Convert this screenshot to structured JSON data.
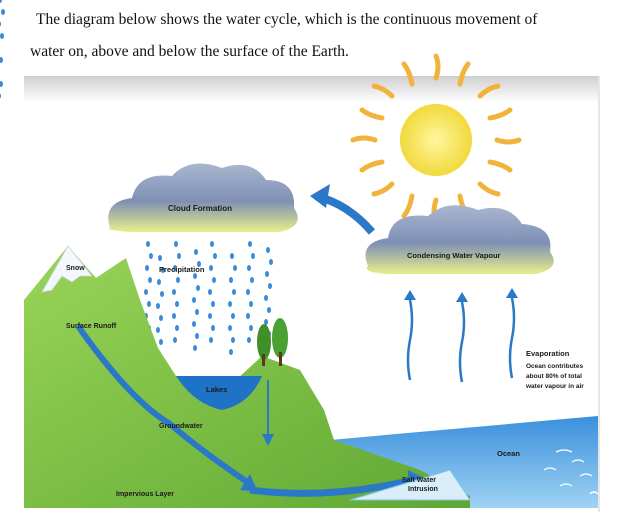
{
  "intro": {
    "line1": "The diagram below shows the water cycle, which is the continuous movement of",
    "line2": "water on, above and below the surface of the Earth."
  },
  "labels": {
    "cloud_formation": "Cloud Formation",
    "precipitation": "Precipitation",
    "snow": "Snow",
    "surface_runoff": "Surface Runoff",
    "lakes": "Lakes",
    "groundwater": "Groundwater",
    "impervious_layer": "Impervious Layer",
    "condensing_water_vapour": "Condensing Water Vapour",
    "evaporation": "Evaporation",
    "evap_note_1": "Ocean contributes",
    "evap_note_2": "about 80% of total",
    "evap_note_3": "water vapour in air",
    "ocean": "Ocean",
    "salt_water_1": "Salt Water",
    "salt_water_2": "Intrusion"
  },
  "colors": {
    "sky_top": "#dcdcdc",
    "sun": "#f5e94a",
    "ray": "#f2b33c",
    "land": "#7cc244",
    "land_dark": "#4e9a2c",
    "water": "#1e73c7",
    "water_light": "#7fc3ee",
    "arrow": "#2b78c8",
    "rain": "#3d8bd6",
    "cloud": "#9aa7bf"
  },
  "icons": [
    "sun-icon",
    "cloud-icon",
    "tree-icon",
    "arrow-icon"
  ]
}
